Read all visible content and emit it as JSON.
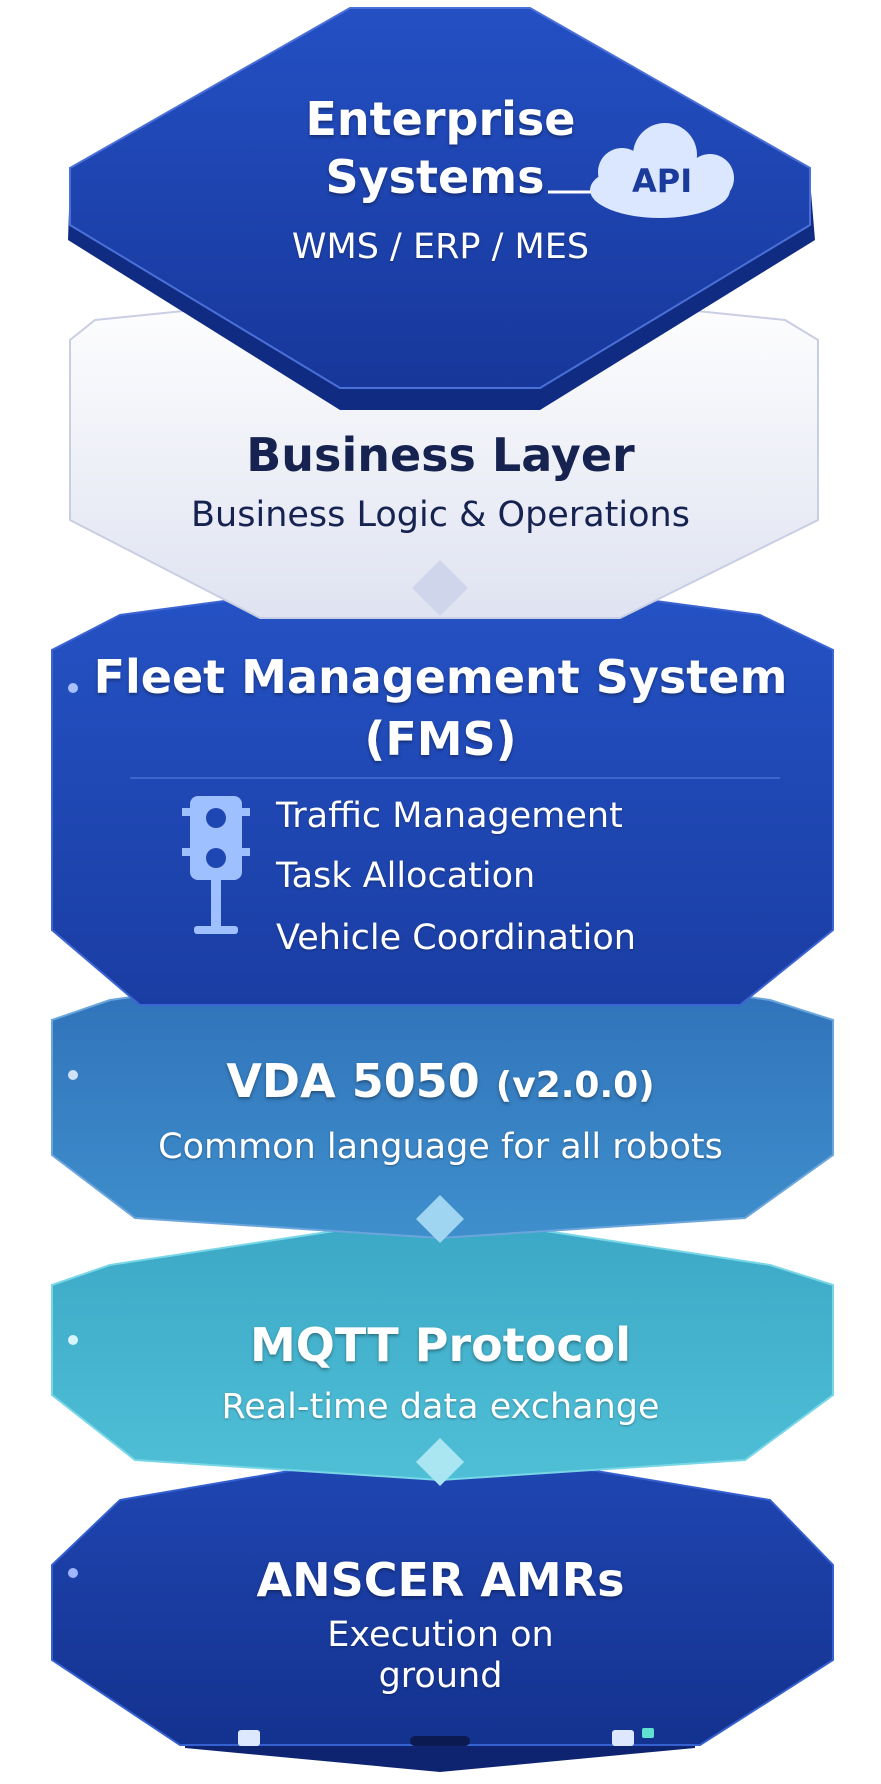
{
  "layers": {
    "enterprise": {
      "title_line1": "Enterprise",
      "title_line2": "Systems",
      "subtitle": "WMS / ERP / MES",
      "api_label": "API"
    },
    "business": {
      "title": "Business Layer",
      "subtitle": "Business Logic & Operations"
    },
    "fms": {
      "title_line1": "Fleet Management System",
      "title_line2": "(FMS)",
      "items": [
        "Traffic Management",
        "Task Allocation",
        "Vehicle Coordination"
      ]
    },
    "vda": {
      "title": "VDA 5050",
      "version": "(v2.0.0)",
      "subtitle": "Common language for all robots"
    },
    "mqtt": {
      "title": "MQTT Protocol",
      "subtitle": "Real-time data exchange"
    },
    "amr": {
      "title": "ANSCER AMRs",
      "subtitle_line1": "Execution on",
      "subtitle_line2": "ground"
    }
  },
  "colors": {
    "enterprise": "#1f44b0",
    "business": "#eef0f8",
    "fms": "#1f47b3",
    "vda": "#2f74b8",
    "mqtt": "#3aa8c4",
    "amr": "#1a3ea8",
    "text_dark": "#16224f"
  }
}
